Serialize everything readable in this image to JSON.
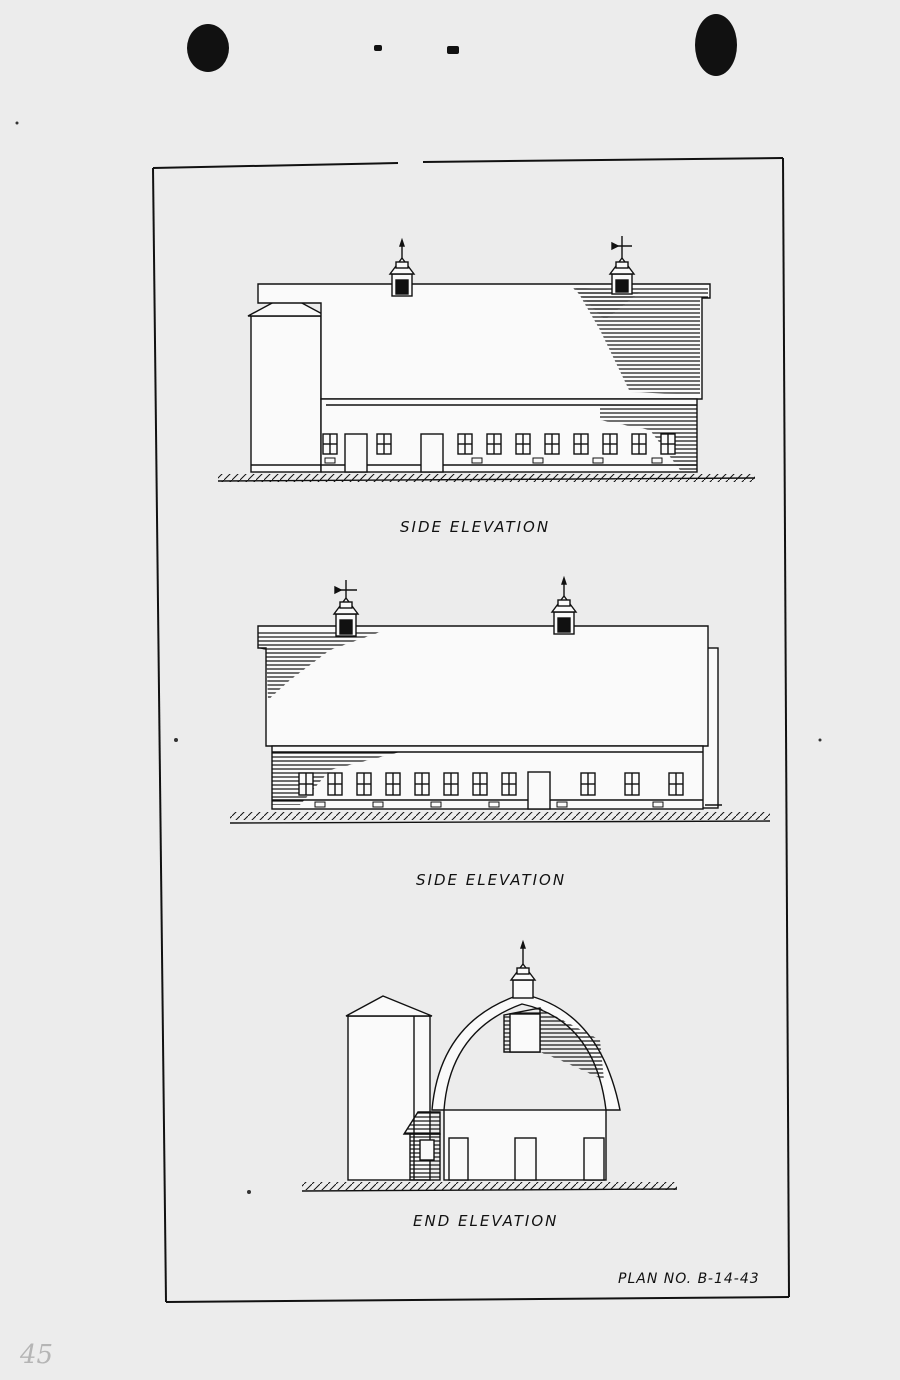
{
  "drawing": {
    "captions": {
      "side_top": "SIDE ELEVATION",
      "side_middle": "SIDE ELEVATION",
      "end": "END ELEVATION"
    },
    "plan_number": "PLAN NO. B-14-43",
    "margin_note": "45"
  }
}
